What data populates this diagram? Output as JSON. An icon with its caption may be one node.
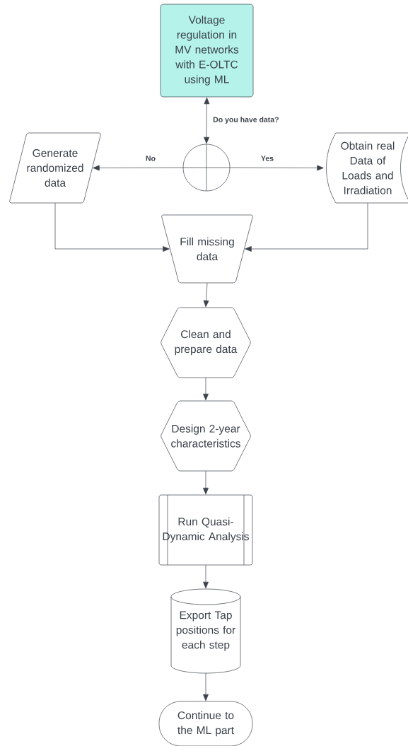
{
  "diagram": {
    "nodes": [
      {
        "text": [
          "Voltage regulation in MV networks with E-OLTC using ML"
        ]
      },
      {
        "text": [],
        "shape": "circle"
      },
      {
        "text": [
          "Generate randomized data"
        ]
      },
      {
        "text": [
          "Obtain real Data of Loads and Irradiation"
        ]
      },
      {
        "text": [
          "Fill missing data"
        ]
      },
      {
        "text": [
          "Clean and prepare data"
        ]
      },
      {
        "text": [
          "Design 2-year characteristics"
        ]
      },
      {
        "text": [
          "Run Quasi-Dynamic Analysis"
        ]
      },
      {
        "text": [
          "Export Tap positions for each step"
        ]
      },
      {
        "text": [
          "Continue to the ML part"
        ]
      }
    ],
    "edges": [
      {
        "from": 0,
        "to": 1,
        "arrow": "both",
        "label": "Do you have data?"
      },
      {
        "from": 1,
        "to": 2,
        "arrow": "to",
        "label": "No"
      },
      {
        "from": 1,
        "to": 3,
        "arrow": "to",
        "label": "Yes"
      },
      {
        "from": 2,
        "to": 4,
        "arrow": "to"
      },
      {
        "from": 3,
        "to": 4,
        "arrow": "to"
      },
      {
        "from": 4,
        "to": 5,
        "arrow": "to"
      },
      {
        "from": 5,
        "to": 6,
        "arrow": "to"
      },
      {
        "from": 6,
        "to": 7,
        "arrow": "to"
      },
      {
        "from": 7,
        "to": 8,
        "arrow": "to"
      },
      {
        "from": 8,
        "to": 9,
        "arrow": "to"
      }
    ]
  }
}
